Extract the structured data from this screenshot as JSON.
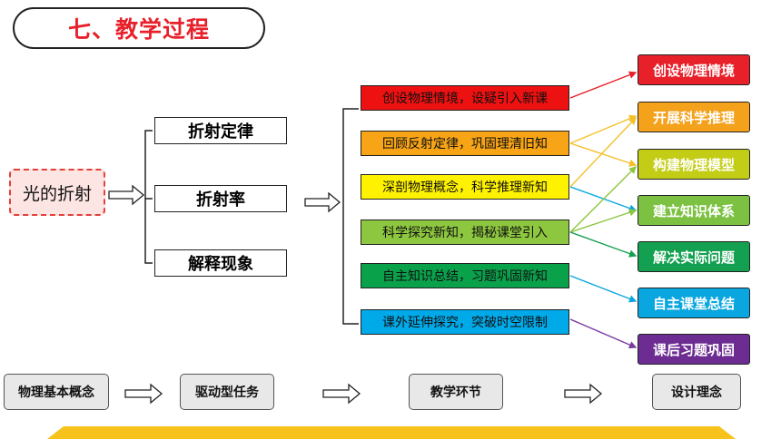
{
  "title": "七、教学过程",
  "topic": "光的折射",
  "concepts": [
    "折射定律",
    "折射率",
    "解释现象"
  ],
  "tasks": [
    {
      "label": "创设物理情境，设疑引入新课",
      "color": "#ee1111"
    },
    {
      "label": "回顾反射定律，巩固理清旧知",
      "color": "#f7a416"
    },
    {
      "label": "深剖物理概念，科学推理新知",
      "color": "#fff200"
    },
    {
      "label": "科学探究新知，揭秘课堂引入",
      "color": "#8dc63f"
    },
    {
      "label": "自主知识总结，习题巩固新知",
      "color": "#0aa14b"
    },
    {
      "label": "课外延伸探究，突破时空限制",
      "color": "#00a9e8"
    }
  ],
  "goals": [
    {
      "label": "创设物理情境",
      "color": "#e8202a"
    },
    {
      "label": "开展科学推理",
      "color": "#f4a21c"
    },
    {
      "label": "构建物理模型",
      "color": "#c4cd16"
    },
    {
      "label": "建立知识体系",
      "color": "#7cc141"
    },
    {
      "label": "解决实际问题",
      "color": "#13a050"
    },
    {
      "label": "自主课堂总结",
      "color": "#0aa6df"
    },
    {
      "label": "课后习题巩固",
      "color": "#6c2c91"
    }
  ],
  "footer": [
    "物理基本概念",
    "驱动型任务",
    "教学环节",
    "设计理念"
  ],
  "banner_color": "#f7c21b"
}
